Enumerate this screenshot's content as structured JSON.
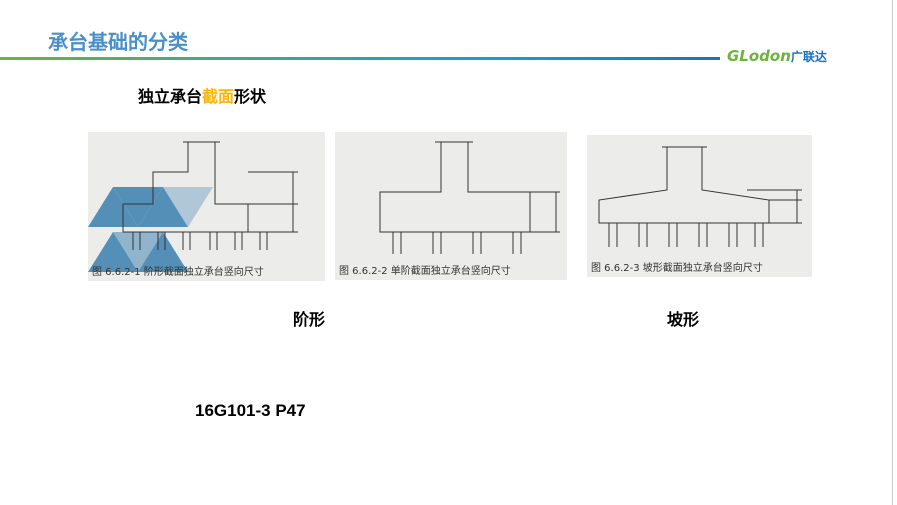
{
  "header": {
    "title": "承台基础的分类",
    "logo_text": "GLodon",
    "logo_cn": "广联达"
  },
  "subtitle": {
    "pre": "独立承台",
    "highlight": "截面",
    "post": "形状"
  },
  "figures": [
    {
      "caption": "图 6.6.2-1  阶形截面独立承台竖向尺寸"
    },
    {
      "caption": "图 6.6.2-2   单阶截面独立承台竖向尺寸"
    },
    {
      "caption": "图 6.6.2-3   坡形截面独立承台竖向尺寸"
    }
  ],
  "labels": {
    "step": "阶形",
    "slope": "坡形"
  },
  "reference": "16G101-3  P47",
  "colors": {
    "title": "#4a90c8",
    "highlight": "#ffb400"
  }
}
